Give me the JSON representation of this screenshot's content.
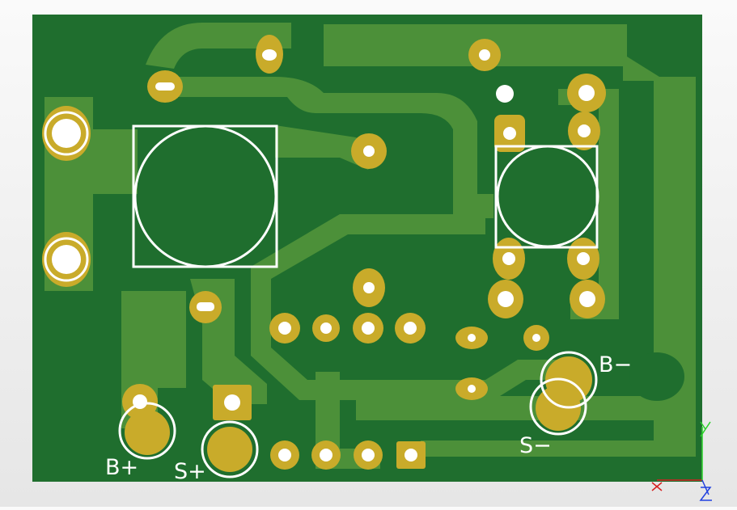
{
  "colors": {
    "board": "#1f6e2e",
    "copper": "#4c9039",
    "copper_light": "#5aa043",
    "pad": "#c9ab2a",
    "drill": "#ffffff",
    "silk": "#ffffff",
    "background": "#f0f0f0",
    "axis_x": "#d62020",
    "axis_y": "#2ad02a",
    "axis_z": "#2040e0"
  },
  "labels": {
    "b_plus": "B+",
    "s_plus": "S+",
    "b_minus": "B−",
    "s_minus": "S−"
  },
  "axes": {
    "x": "X",
    "y": "Y",
    "z": "Z"
  }
}
